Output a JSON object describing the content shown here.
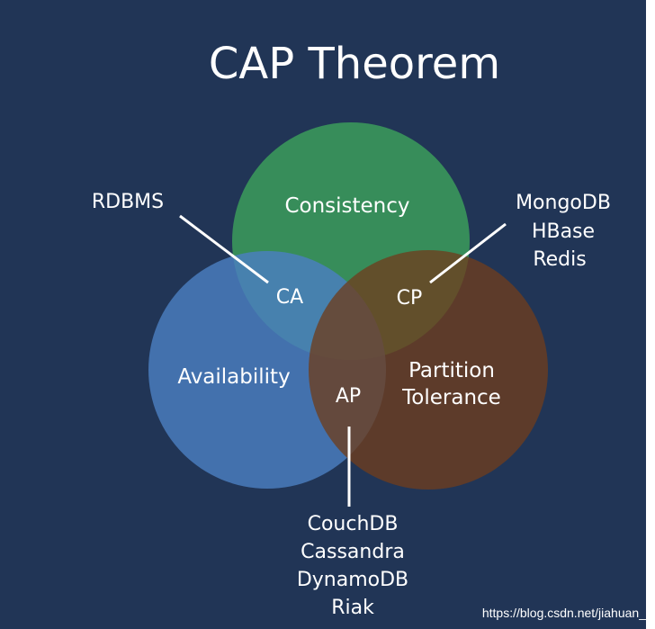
{
  "title": "CAP Theorem",
  "circles": {
    "consistency": {
      "label": "Consistency",
      "color": "#3a9a5b"
    },
    "availability": {
      "label": "Availability",
      "color": "#4a7fc1"
    },
    "partition": {
      "label_line1": "Partition",
      "label_line2": "Tolerance",
      "color": "#6e3d1e"
    }
  },
  "regions": {
    "ca": "CA",
    "cp": "CP",
    "ap": "AP"
  },
  "systems": {
    "ca": [
      "RDBMS"
    ],
    "cp": [
      "MongoDB",
      "HBase",
      "Redis"
    ],
    "ap": [
      "CouchDB",
      "Cassandra",
      "DynamoDB",
      "Riak"
    ]
  },
  "colors": {
    "background": "#213556",
    "text": "#ffffff",
    "connector": "#ffffff"
  },
  "watermark": "https://blog.csdn.net/jiahuan_"
}
